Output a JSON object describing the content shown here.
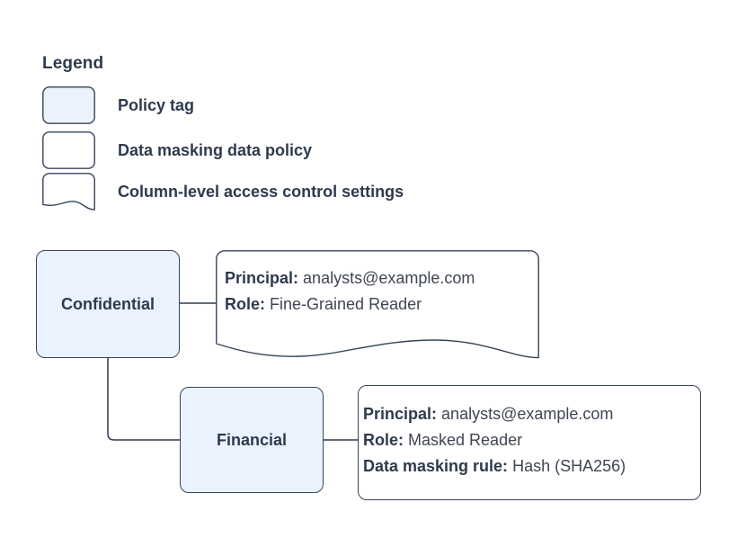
{
  "legend": {
    "title": "Legend",
    "items": [
      {
        "label": "Policy tag",
        "swatch": "rounded-rect-filled-icon",
        "fill": "#eaf2fd"
      },
      {
        "label": "Data masking data policy",
        "swatch": "rounded-rect-outline-icon",
        "fill": "#ffffff"
      },
      {
        "label": "Column-level access control settings",
        "swatch": "document-wave-icon",
        "fill": "#ffffff"
      }
    ]
  },
  "diagram": {
    "nodes": [
      {
        "id": "confidential",
        "label": "Confidential"
      },
      {
        "id": "financial",
        "label": "Financial"
      }
    ],
    "panels": [
      {
        "id": "confidential-settings",
        "shape": "document-wave",
        "rows": [
          {
            "label": "Principal:",
            "value": "analysts@example.com"
          },
          {
            "label": "Role:",
            "value": "Fine-Grained Reader"
          }
        ]
      },
      {
        "id": "financial-policy",
        "shape": "rounded-rect",
        "rows": [
          {
            "label": "Principal:",
            "value": "analysts@example.com"
          },
          {
            "label": "Role:",
            "value": "Masked Reader"
          },
          {
            "label": "Data masking rule:",
            "value": "Hash (SHA256)"
          }
        ]
      }
    ]
  },
  "colors": {
    "node_fill": "#eaf2fd",
    "stroke": "#38445a",
    "text": "#2e3a4d",
    "panel_fill": "#ffffff",
    "background": "#ffffff"
  }
}
